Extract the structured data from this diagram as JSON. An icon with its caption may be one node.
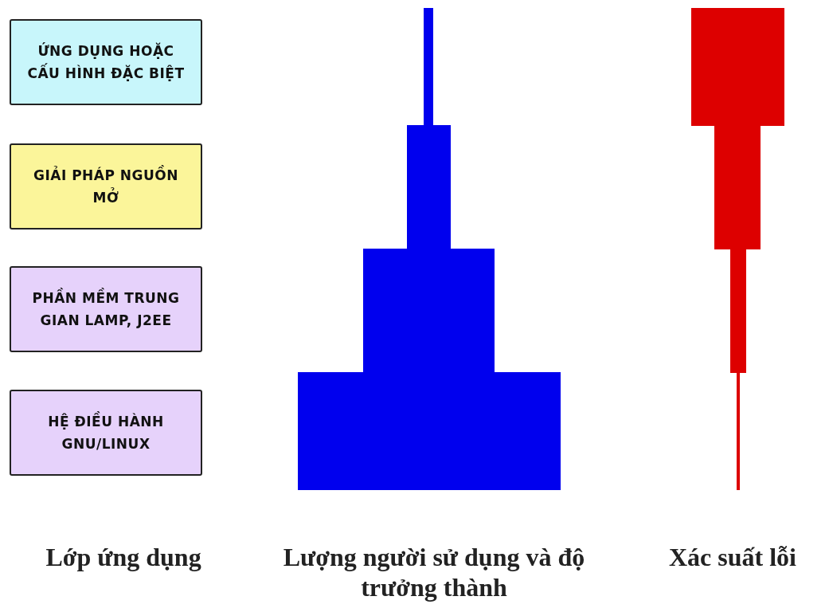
{
  "diagram": {
    "nodes": [
      {
        "text": [
          "ỨNG DỤNG HOẶC CẤU HÌNH ĐẶC BIỆT"
        ]
      },
      {
        "text": [
          "GIẢI PHÁP NGUỒN MỞ"
        ]
      },
      {
        "text": [
          "PHẦN MỀM TRUNG GIAN LAMP, J2EE"
        ]
      },
      {
        "text": [
          "HỆ ĐIỀU HÀNH GNU/LINUX"
        ]
      }
    ],
    "labels": [
      "Lớp ứng dụng",
      "Lượng người sử dụng và độ trưởng thành",
      "Xác suất lỗi"
    ]
  }
}
